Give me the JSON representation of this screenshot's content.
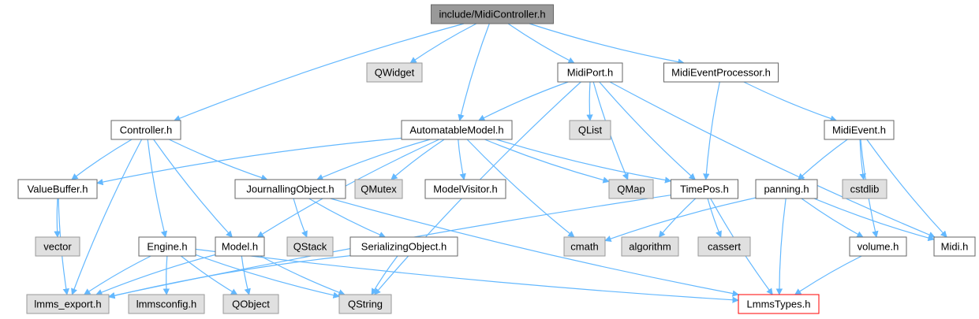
{
  "colors": {
    "edge": "#63b8ff",
    "box_default_fill": "#ffffff",
    "box_default_stroke": "#666666",
    "box_external_fill": "#e0e0e0",
    "box_external_stroke": "#999999",
    "box_root_fill": "#999999",
    "box_root_stroke": "#666666",
    "box_missing_fill": "#ffffff",
    "box_missing_stroke": "#ff0000"
  },
  "nodes": [
    {
      "id": "midicontroller",
      "label": "include/MidiController.h",
      "kind": "root"
    },
    {
      "id": "qwidget",
      "label": "QWidget",
      "kind": "external"
    },
    {
      "id": "midiport",
      "label": "MidiPort.h",
      "kind": "default"
    },
    {
      "id": "midieventprocessor",
      "label": "MidiEventProcessor.h",
      "kind": "default"
    },
    {
      "id": "controller",
      "label": "Controller.h",
      "kind": "default"
    },
    {
      "id": "automatablemodel",
      "label": "AutomatableModel.h",
      "kind": "default"
    },
    {
      "id": "qlist",
      "label": "QList",
      "kind": "external"
    },
    {
      "id": "midievent",
      "label": "MidiEvent.h",
      "kind": "default"
    },
    {
      "id": "valuebuffer",
      "label": "ValueBuffer.h",
      "kind": "default"
    },
    {
      "id": "journallingobject",
      "label": "JournallingObject.h",
      "kind": "default"
    },
    {
      "id": "qmutex",
      "label": "QMutex",
      "kind": "external"
    },
    {
      "id": "modelvisitor",
      "label": "ModelVisitor.h",
      "kind": "default"
    },
    {
      "id": "qmap",
      "label": "QMap",
      "kind": "external"
    },
    {
      "id": "timepos",
      "label": "TimePos.h",
      "kind": "default"
    },
    {
      "id": "panning",
      "label": "panning.h",
      "kind": "default"
    },
    {
      "id": "cstdlib",
      "label": "cstdlib",
      "kind": "external"
    },
    {
      "id": "vector",
      "label": "vector",
      "kind": "external"
    },
    {
      "id": "engine",
      "label": "Engine.h",
      "kind": "default"
    },
    {
      "id": "model",
      "label": "Model.h",
      "kind": "default"
    },
    {
      "id": "qstack",
      "label": "QStack",
      "kind": "external"
    },
    {
      "id": "serializingobject",
      "label": "SerializingObject.h",
      "kind": "default"
    },
    {
      "id": "cmath",
      "label": "cmath",
      "kind": "external"
    },
    {
      "id": "algorithm",
      "label": "algorithm",
      "kind": "external"
    },
    {
      "id": "cassert",
      "label": "cassert",
      "kind": "external"
    },
    {
      "id": "volume",
      "label": "volume.h",
      "kind": "default"
    },
    {
      "id": "midi",
      "label": "Midi.h",
      "kind": "default"
    },
    {
      "id": "lmms_export",
      "label": "lmms_export.h",
      "kind": "external"
    },
    {
      "id": "lmmsconfig",
      "label": "lmmsconfig.h",
      "kind": "external"
    },
    {
      "id": "qobject",
      "label": "QObject",
      "kind": "external"
    },
    {
      "id": "qstring",
      "label": "QString",
      "kind": "external"
    },
    {
      "id": "lmmstypes",
      "label": "LmmsTypes.h",
      "kind": "missing"
    }
  ],
  "edges": [
    [
      "midicontroller",
      "qwidget"
    ],
    [
      "midicontroller",
      "controller"
    ],
    [
      "midicontroller",
      "automatablemodel"
    ],
    [
      "midicontroller",
      "midiport"
    ],
    [
      "midicontroller",
      "midieventprocessor"
    ],
    [
      "midiport",
      "automatablemodel"
    ],
    [
      "midiport",
      "qlist"
    ],
    [
      "midiport",
      "qmap"
    ],
    [
      "midiport",
      "timepos"
    ],
    [
      "midiport",
      "midi"
    ],
    [
      "midiport",
      "qstring"
    ],
    [
      "midieventprocessor",
      "timepos"
    ],
    [
      "midieventprocessor",
      "midievent"
    ],
    [
      "controller",
      "valuebuffer"
    ],
    [
      "controller",
      "journallingobject"
    ],
    [
      "controller",
      "engine"
    ],
    [
      "controller",
      "model"
    ],
    [
      "controller",
      "lmms_export"
    ],
    [
      "automatablemodel",
      "valuebuffer"
    ],
    [
      "automatablemodel",
      "journallingobject"
    ],
    [
      "automatablemodel",
      "qmutex"
    ],
    [
      "automatablemodel",
      "modelvisitor"
    ],
    [
      "automatablemodel",
      "qmap"
    ],
    [
      "automatablemodel",
      "timepos"
    ],
    [
      "automatablemodel",
      "model"
    ],
    [
      "automatablemodel",
      "cmath"
    ],
    [
      "midievent",
      "panning"
    ],
    [
      "midievent",
      "cstdlib"
    ],
    [
      "midievent",
      "volume"
    ],
    [
      "midievent",
      "midi"
    ],
    [
      "valuebuffer",
      "vector"
    ],
    [
      "valuebuffer",
      "lmms_export"
    ],
    [
      "journallingobject",
      "qstack"
    ],
    [
      "journallingobject",
      "serializingobject"
    ],
    [
      "journallingobject",
      "lmmstypes"
    ],
    [
      "timepos",
      "lmms_export"
    ],
    [
      "timepos",
      "algorithm"
    ],
    [
      "timepos",
      "cassert"
    ],
    [
      "timepos",
      "lmmstypes"
    ],
    [
      "panning",
      "cmath"
    ],
    [
      "panning",
      "volume"
    ],
    [
      "panning",
      "midi"
    ],
    [
      "panning",
      "lmmstypes"
    ],
    [
      "engine",
      "lmms_export"
    ],
    [
      "engine",
      "lmmsconfig"
    ],
    [
      "engine",
      "qobject"
    ],
    [
      "engine",
      "qstring"
    ],
    [
      "engine",
      "lmmstypes"
    ],
    [
      "model",
      "lmms_export"
    ],
    [
      "model",
      "qobject"
    ],
    [
      "model",
      "qstring"
    ],
    [
      "serializingobject",
      "lmms_export"
    ],
    [
      "serializingobject",
      "qstring"
    ],
    [
      "volume",
      "lmmstypes"
    ]
  ]
}
